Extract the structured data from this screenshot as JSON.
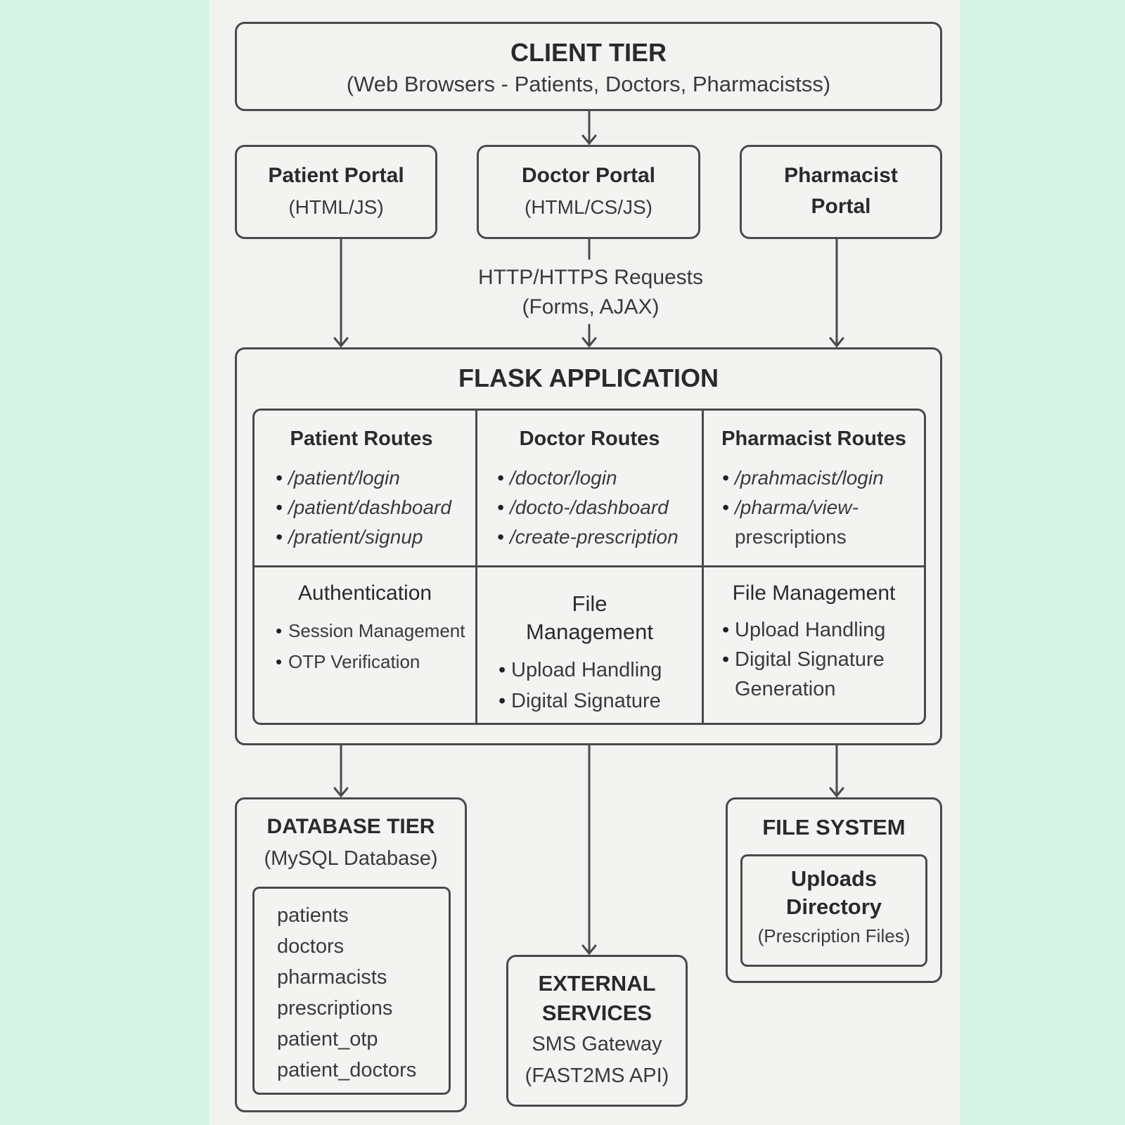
{
  "colors": {
    "background": "#d7f3e6",
    "panel": "#f2f2f1",
    "stroke": "#4a4a4a",
    "text": "#2b2b2b"
  },
  "client_tier": {
    "title": "CLIENT TIER",
    "subtitle": "(Web Browsers - Patients, Doctors, Pharmacistss)"
  },
  "portals": [
    {
      "title": "Patient Portal",
      "subtitle": "(HTML/JS)"
    },
    {
      "title": "Doctor Portal",
      "subtitle": "(HTML/CS/JS)"
    },
    {
      "title_line1": "Pharmacist",
      "title_line2": "Portal"
    }
  ],
  "connector_label": {
    "line1": "HTTP/HTTPS Requests",
    "line2": "(Forms, AJAX)"
  },
  "flask": {
    "title": "FLASK APPLICATION",
    "patient_routes": {
      "title": "Patient Routes",
      "items": [
        "/patient/login",
        "/patient/dashboard",
        "/pratient/signup"
      ]
    },
    "doctor_routes": {
      "title": "Doctor Routes",
      "items": [
        "/doctor/login",
        "/docto-/dashboard",
        "/create-prescription"
      ]
    },
    "pharmacist_routes": {
      "title": "Pharmacist Routes",
      "items": [
        "/prahmacist/login",
        "/pharma/view-",
        "prescriptions"
      ]
    },
    "authentication": {
      "title": "Authentication",
      "items": [
        "Session Management",
        "OTP Verification"
      ]
    },
    "file_management_mid": {
      "title_line1": "File",
      "title_line2": "Management",
      "items": [
        "Upload Handling",
        "Digital Signature"
      ]
    },
    "file_management_right": {
      "title": "File Management",
      "items": [
        "Upload Handling",
        "Digital Signature",
        "Generation"
      ]
    }
  },
  "database": {
    "title": "DATABASE TIER",
    "subtitle": "(MySQL Database)",
    "tables": [
      "patients",
      "doctors",
      "pharmacists",
      "prescriptions",
      "patient_otp",
      "patient_doctors"
    ]
  },
  "external": {
    "title_line1": "EXTERNAL",
    "title_line2": "SERVICES",
    "line1": "SMS Gateway",
    "line2": "(FAST2MS API)"
  },
  "file_system": {
    "title": "FILE SYSTEM",
    "inner_line1": "Uploads",
    "inner_line2": "Directory",
    "inner_line3": "(Prescription Files)"
  }
}
